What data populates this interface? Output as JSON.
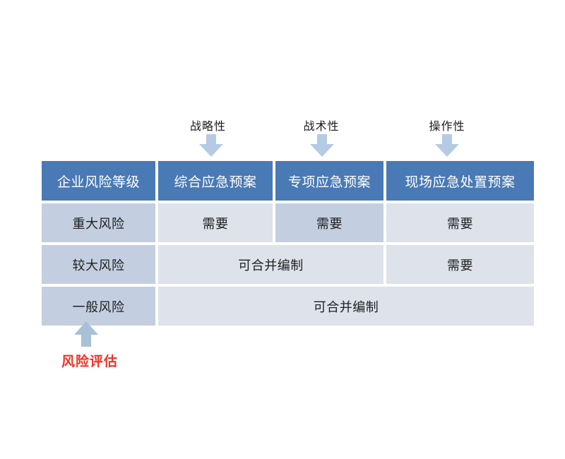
{
  "annotations": {
    "top": [
      {
        "label": "战略性",
        "icon": "down-arrow-icon"
      },
      {
        "label": "战术性",
        "icon": "down-arrow-icon"
      },
      {
        "label": "操作性",
        "icon": "down-arrow-icon"
      }
    ],
    "bottom": {
      "label": "风险评估",
      "icon": "up-arrow-icon",
      "color": "#ee3124"
    }
  },
  "table": {
    "headers": [
      "企业风险等级",
      "综合应急预案",
      "专项应急预案",
      "现场应急处置预案"
    ],
    "rows": [
      {
        "level": "重大风险",
        "cells": [
          {
            "text": "需要",
            "span": 1,
            "style": "normal"
          },
          {
            "text": "需要",
            "span": 1,
            "style": "accent"
          },
          {
            "text": "需要",
            "span": 1,
            "style": "normal"
          }
        ]
      },
      {
        "level": "较大风险",
        "cells": [
          {
            "text": "可合并编制",
            "span": 2,
            "style": "normal"
          },
          {
            "text": "需要",
            "span": 1,
            "style": "normal"
          }
        ]
      },
      {
        "level": "一般风险",
        "cells": [
          {
            "text": "可合并编制",
            "span": 3,
            "style": "normal"
          }
        ]
      }
    ]
  },
  "colors": {
    "header_blue": "#4a7ab5",
    "row_head": "#c3cfe0",
    "cell_normal": "#dde2eb",
    "cell_accent": "#c3cfe0",
    "arrow_blue": "#b5cbe3",
    "up_arrow_blue": "#a8c0d8",
    "red": "#ee3124"
  }
}
